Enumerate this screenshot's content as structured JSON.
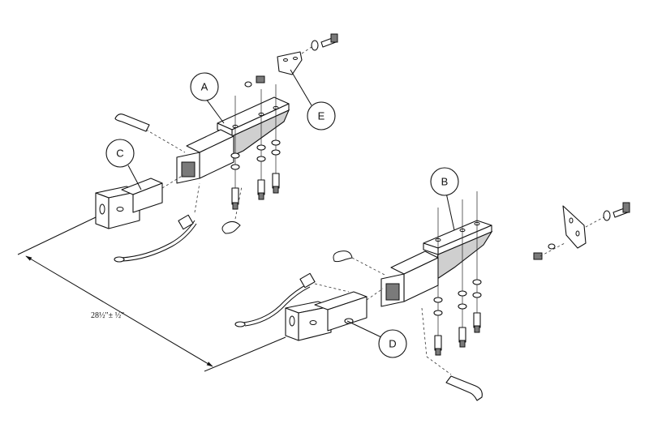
{
  "callouts": {
    "a": "A",
    "b": "B",
    "c": "C",
    "d": "D",
    "e": "E"
  },
  "dimension": {
    "label": "28½\"±  ½\""
  }
}
